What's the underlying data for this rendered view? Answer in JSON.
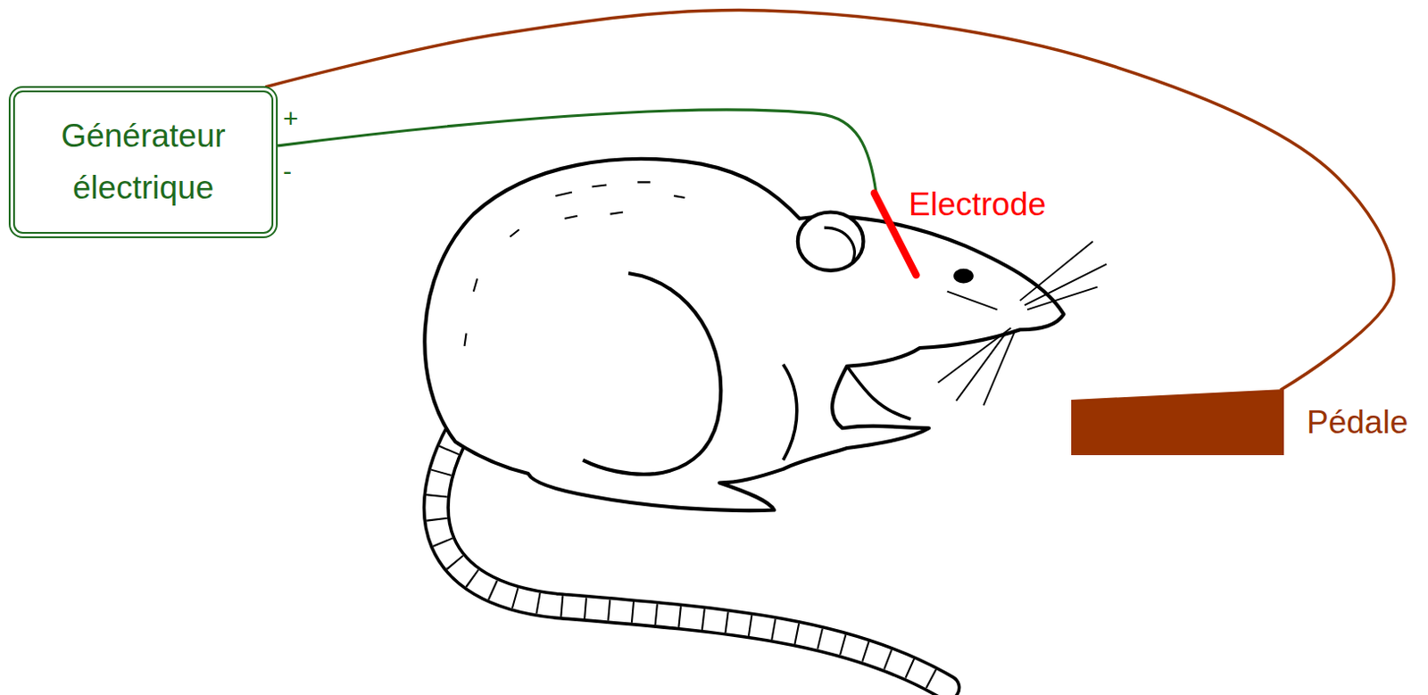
{
  "diagram": {
    "nodes": [
      {
        "text": [
          "Générateur électrique"
        ]
      },
      {
        "text": [
          "Pédale"
        ]
      }
    ],
    "edges": [
      {
        "from": 0,
        "to": 1,
        "arrow": "none"
      }
    ],
    "labels": [
      "+",
      "-",
      "Electrode"
    ]
  }
}
